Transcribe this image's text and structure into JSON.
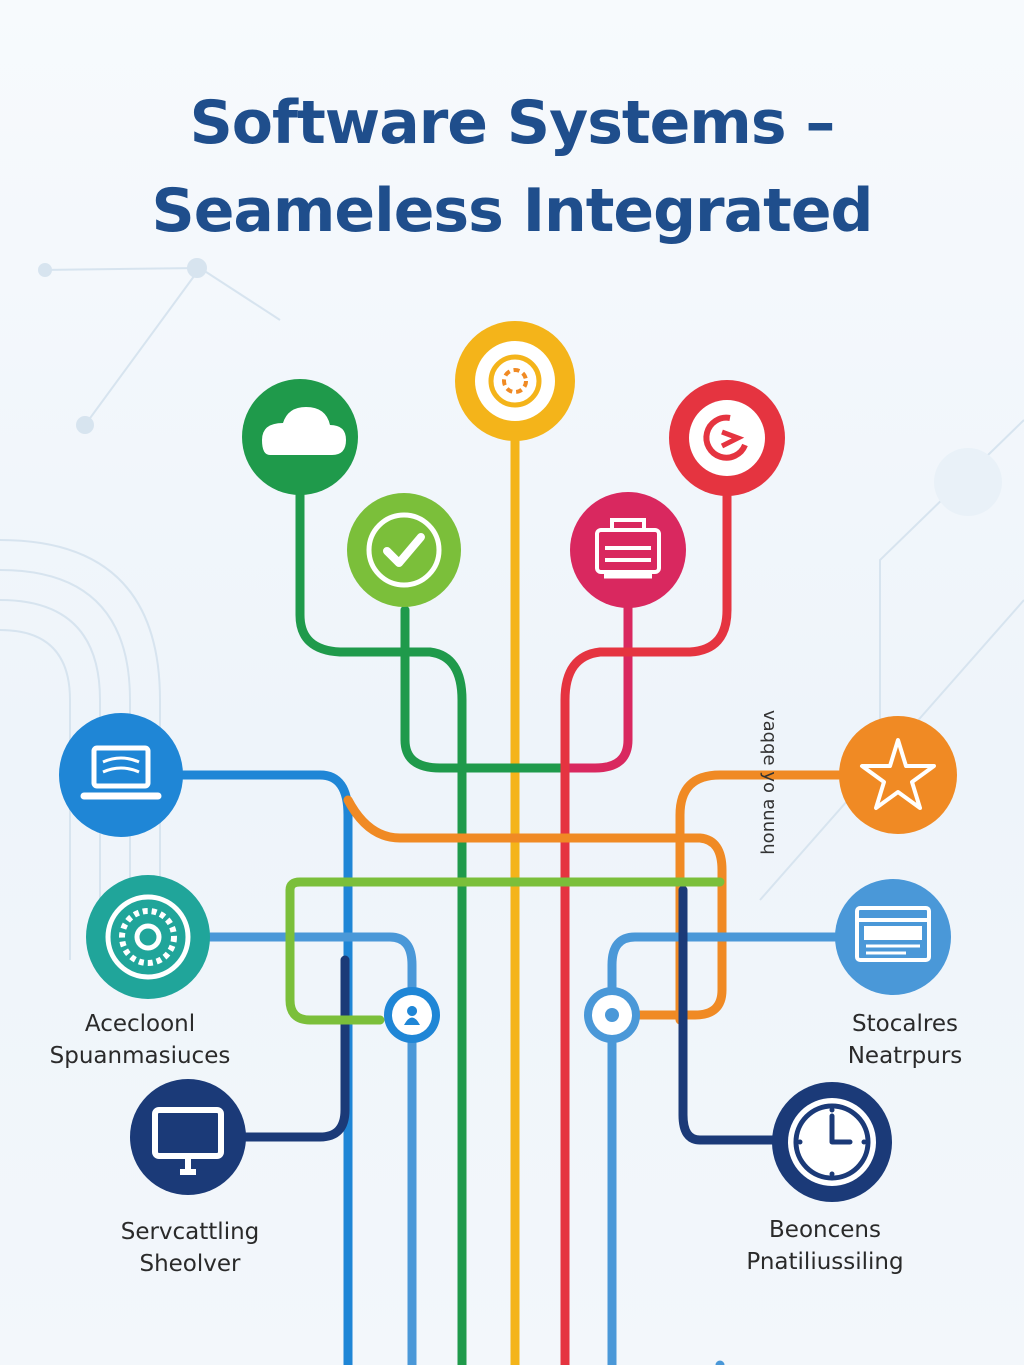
{
  "title": {
    "line1": "Software Systems –",
    "line2": "Seameless Integrated"
  },
  "colors": {
    "title": "#1f4e8c",
    "green_dark": "#1f9a4b",
    "green_light": "#7bbf3a",
    "yellow": "#f4b41a",
    "orange": "#f08a24",
    "red": "#e53440",
    "crimson": "#d9285f",
    "blue": "#1f86d6",
    "teal": "#20a59a",
    "navy": "#1b3a78",
    "light_blue": "#4a98d8"
  },
  "nodes": [
    {
      "id": "cloud",
      "icon": "cloud-icon",
      "color": "#1f9a4b"
    },
    {
      "id": "gear",
      "icon": "gear-icon",
      "color": "#f4b41a"
    },
    {
      "id": "refresh",
      "icon": "refresh-icon",
      "color": "#e53440"
    },
    {
      "id": "check",
      "icon": "check-icon",
      "color": "#7bbf3a"
    },
    {
      "id": "toolbox",
      "icon": "toolbox-icon",
      "color": "#d9285f"
    },
    {
      "id": "laptop",
      "icon": "laptop-icon",
      "color": "#1f86d6"
    },
    {
      "id": "settings-dial",
      "icon": "settings-dial-icon",
      "color": "#20a59a"
    },
    {
      "id": "monitor",
      "icon": "monitor-icon",
      "color": "#1b3a78"
    },
    {
      "id": "star",
      "icon": "star-icon",
      "color": "#f08a24"
    },
    {
      "id": "browser",
      "icon": "browser-window-icon",
      "color": "#4a98d8"
    },
    {
      "id": "clock",
      "icon": "clock-icon",
      "color": "#1b3a78"
    }
  ],
  "labels": {
    "left_middle": [
      "Acecloonl",
      "Spuanmasiuces"
    ],
    "left_bottom": [
      "Servcattling",
      "Sheolver"
    ],
    "right_middle": [
      "Stocalres",
      "Neatrpurs"
    ],
    "right_bottom": [
      "Beoncens",
      "Pnatiliussiling"
    ],
    "vertical": "vaqqe yo ɐuuoɥ"
  }
}
